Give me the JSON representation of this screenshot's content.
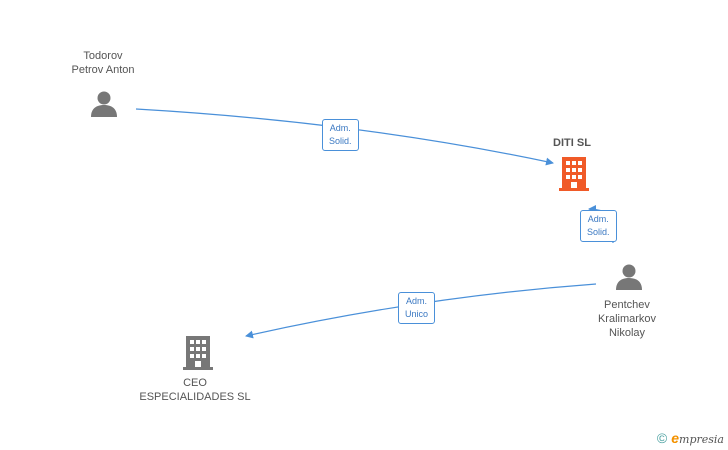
{
  "nodes": {
    "todorov": {
      "name_line1": "Todorov",
      "name_line2": "Petrov Anton"
    },
    "diti": {
      "name": "DITI SL"
    },
    "pentchev": {
      "name_line1": "Pentchev",
      "name_line2": "Kralimarkov",
      "name_line3": "Nikolay"
    },
    "ceo": {
      "name_line1": "CEO",
      "name_line2": "ESPECIALIDADES SL"
    }
  },
  "edges": {
    "todorov_diti": {
      "line1": "Adm.",
      "line2": "Solid."
    },
    "pentchev_diti": {
      "line1": "Adm.",
      "line2": "Solid."
    },
    "pentchev_ceo": {
      "line1": "Adm.",
      "line2": "Unico"
    }
  },
  "colors": {
    "edge": "#4a90d9",
    "person_icon": "#777777",
    "company_main": "#f05a28",
    "company_other": "#777777"
  },
  "footer": {
    "copyright": "©",
    "brand_e": "e",
    "brand_rest": "mpresia"
  }
}
